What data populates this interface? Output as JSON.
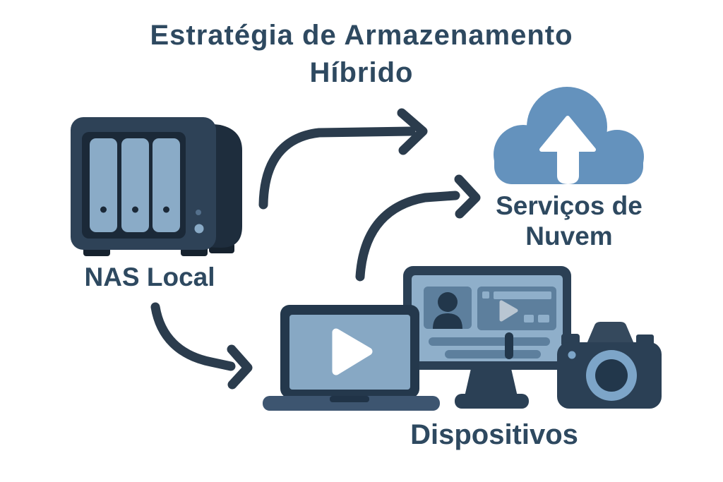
{
  "title": {
    "line1": "Estratégia de Armazenamento",
    "line2": "Híbrido"
  },
  "nodes": {
    "nas": {
      "label": "NAS Local",
      "icon": "nas-server-icon"
    },
    "cloud": {
      "label_line1": "Serviços de",
      "label_line2": "Nuvem",
      "icon": "cloud-upload-icon"
    },
    "devices": {
      "label": "Dispositivos",
      "icons": [
        "laptop-play-icon",
        "monitor-video-call-icon",
        "camera-icon"
      ]
    }
  },
  "connections": [
    {
      "from": "nas",
      "to": "cloud"
    },
    {
      "from": "devices",
      "to": "cloud"
    },
    {
      "from": "nas",
      "to": "devices"
    }
  ],
  "colors": {
    "background": "#ffffff",
    "text": "#2e4960",
    "icon_navy": "#2b4055",
    "icon_navy_dark": "#1e2d3d",
    "icon_navy_deep": "#1b2938",
    "screen_light_blue": "#8fafca",
    "panel_mid_blue": "#5d7f9d",
    "laptop_base_slate": "#3d5570",
    "cloud_blue": "#6492bd",
    "arrow": "#2b3c4d",
    "play_white": "#ffffff",
    "play_gray": "#b9c6d2"
  }
}
